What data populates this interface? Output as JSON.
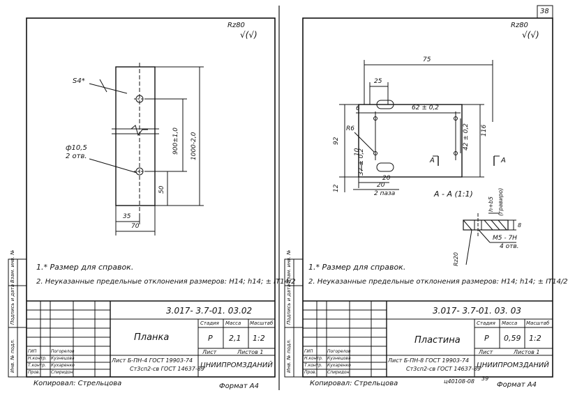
{
  "page_number": "38",
  "left": {
    "roughness": "Rz80",
    "roughness_check": "√(√)",
    "dims": {
      "s4": "S4*",
      "hole": "ф10,5",
      "hole_count": "2 отв.",
      "d900": "900±1,0",
      "d1000": "1000-2,0",
      "d50": "50",
      "d35": "35",
      "d70": "70"
    },
    "notes": [
      "1.* Размер для справок.",
      "2. Неуказанные предельные отклонения размеров: Н14; h14; ± IT14/2"
    ],
    "title_block": {
      "doc_number": "3.017- 3.7-01. 03.02",
      "name": "Планка",
      "stage_hdr": "Стадия",
      "mass_hdr": "Масса",
      "scale_hdr": "Масштаб",
      "stage": "Р",
      "mass": "2,1",
      "scale": "1:2",
      "sheet": "Лист",
      "sheets": "Листов 1",
      "material_line1": "Лист  Б-ПН-4 ГОСТ 19903-74",
      "material_line2": "Ст3сп2-св ГОСТ 14637-89",
      "org": "ЦНИИПРОМЗДАНИЙ",
      "roles": [
        "ГИП",
        "Н.контр.",
        "Т.контр.",
        "Пров."
      ],
      "names": [
        "Погорелов",
        "Кузнецова",
        "Кухаренко",
        "Спиридон"
      ]
    },
    "side_labels": [
      "Инв. № подл.",
      "Подпись и дата",
      "Взам. инв. №"
    ],
    "footer_copy": "Копировал: Стрельцова",
    "footer_format": "Формат А4"
  },
  "right": {
    "roughness": "Rz80",
    "roughness_check": "√(√)",
    "dims": {
      "d75": "75",
      "d25": "25",
      "d6": "6",
      "d62": "62 ± 0,2",
      "r6": "R6",
      "d92": "92",
      "d42": "42 ± 0,2",
      "d116": "116",
      "d10": "10",
      "d37": "37 ± 0,2",
      "d12": "12",
      "d20": "20",
      "d20b": "20",
      "paz": "2 паза",
      "sect_a1": "А",
      "sect_a2": "А",
      "section": "А - А (1:1)",
      "h_grind": "h+b5",
      "grind": "(гравиро)",
      "d8": "8",
      "thread": "М5 - 7Н",
      "thread_count": "4 отв.",
      "rz_note": "Rz20"
    },
    "notes": [
      "1.* Размер для справок.",
      "2. Неуказанные предельные отклонения размеров: Н14; h14; ± IT14/2"
    ],
    "title_block": {
      "doc_number": "3.017- 3.7-01. 03. 03",
      "name": "Пластина",
      "stage_hdr": "Стадия",
      "mass_hdr": "Масса",
      "scale_hdr": "Масштаб",
      "stage": "Р",
      "mass": "0,59",
      "scale": "1:2",
      "sheet": "Лист",
      "sheets": "Листов 1",
      "material_line1": "Лист  Б-ПН-8 ГОСТ 19903-74",
      "material_line2": "Ст3сп2-св ГОСТ 14637-89",
      "org": "ЦНИИПРОМЗДАНИЙ",
      "roles": [
        "ГИП",
        "Н.контр.",
        "Т.контр.",
        "Пров."
      ],
      "names": [
        "Погорелов",
        "Кузнецова",
        "Кухаренко",
        "Спиридон"
      ]
    },
    "side_labels": [
      "Инв. № подл.",
      "Подпись и дата",
      "Взам. инв. №"
    ],
    "footer_copy": "Копировал: Стрельцова",
    "footer_mark": "ц40108-08",
    "footer_num": "39",
    "footer_format": "Формат А4"
  }
}
